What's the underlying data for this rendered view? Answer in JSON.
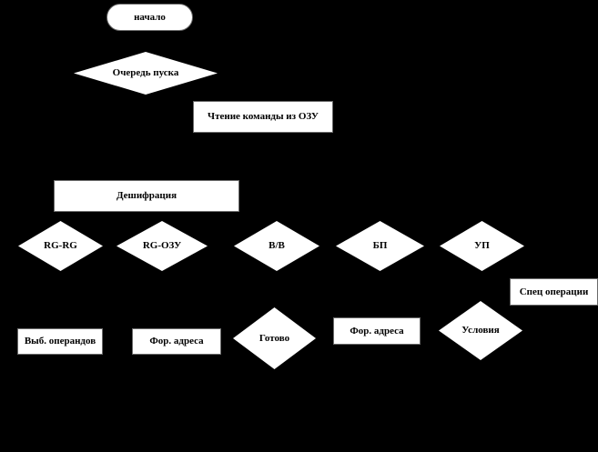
{
  "diagram": {
    "background_color": "#000000",
    "shape_fill_color": "#ffffff",
    "text_color": "#000000",
    "nodes": {
      "start": {
        "type": "terminator",
        "label": "начало"
      },
      "queue": {
        "type": "decision",
        "label": "Очередь пуска"
      },
      "read": {
        "type": "process",
        "label": "Чтение команды из ОЗУ"
      },
      "decode": {
        "type": "process",
        "label": "Дешифрация"
      },
      "rgrg": {
        "type": "decision",
        "label": "RG-RG"
      },
      "rgozu": {
        "type": "decision",
        "label": "RG-ОЗУ"
      },
      "vv": {
        "type": "decision",
        "label": "В/В"
      },
      "bp": {
        "type": "decision",
        "label": "БП"
      },
      "up": {
        "type": "decision",
        "label": "УП"
      },
      "spec": {
        "type": "process",
        "label": "Спец операции"
      },
      "vyb": {
        "type": "process",
        "label": "Выб. операндов"
      },
      "for1": {
        "type": "process",
        "label": "Фор. адреса"
      },
      "gotovo": {
        "type": "decision",
        "label": "Готово"
      },
      "for2": {
        "type": "process",
        "label": "Фор. адреса"
      },
      "uslovia": {
        "type": "decision",
        "label": "Условия"
      }
    }
  }
}
